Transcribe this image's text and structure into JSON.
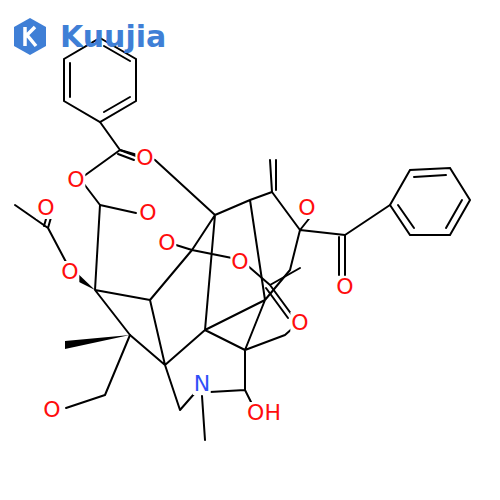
{
  "diagram": {
    "labels": [
      "Kuujia",
      "O",
      "O",
      "O",
      "O",
      "O",
      "O",
      "O",
      "O",
      "O",
      "O",
      "O",
      "N",
      "OH"
    ]
  }
}
